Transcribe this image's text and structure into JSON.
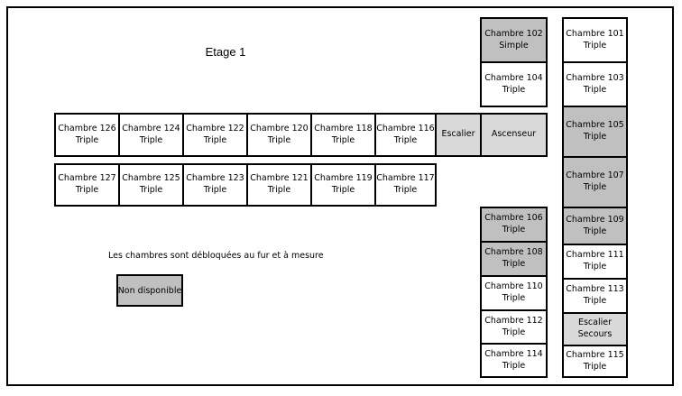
{
  "page": {
    "title": "Etage 1"
  },
  "legend": {
    "note": "Les chambres sont débloquées au fur et à mesure",
    "unavailable_label": "Non disponible",
    "unavailable_color": "#c0c0c0",
    "available_color": "#ffffff",
    "service_color": "#d9d9d9"
  },
  "blocks": {
    "top_left_column": {
      "cells": [
        {
          "name": "Chambre 102",
          "type": "Simple",
          "state": "unavailable"
        },
        {
          "name": "Chambre 104",
          "type": "Triple",
          "state": "available"
        }
      ]
    },
    "right_column": {
      "cells": [
        {
          "name": "Chambre 101",
          "type": "Triple",
          "state": "available"
        },
        {
          "name": "Chambre 103",
          "type": "Triple",
          "state": "available"
        },
        {
          "name": "Chambre 105",
          "type": "Triple",
          "state": "unavailable"
        },
        {
          "name": "Chambre 107",
          "type": "Triple",
          "state": "unavailable"
        },
        {
          "name": "Chambre 109",
          "type": "Triple",
          "state": "unavailable"
        },
        {
          "name": "Chambre 111",
          "type": "Triple",
          "state": "available"
        },
        {
          "name": "Chambre 113",
          "type": "Triple",
          "state": "available"
        },
        {
          "name": "Escalier",
          "type": "Secours",
          "state": "service"
        },
        {
          "name": "Chambre 115",
          "type": "Triple",
          "state": "available"
        }
      ]
    },
    "corridor_top_row": {
      "cells": [
        {
          "name": "Chambre 126",
          "type": "Triple",
          "state": "available"
        },
        {
          "name": "Chambre 124",
          "type": "Triple",
          "state": "available"
        },
        {
          "name": "Chambre 122",
          "type": "Triple",
          "state": "available"
        },
        {
          "name": "Chambre 120",
          "type": "Triple",
          "state": "available"
        },
        {
          "name": "Chambre 118",
          "type": "Triple",
          "state": "available"
        },
        {
          "name": "Chambre 116",
          "type": "Triple",
          "state": "available"
        },
        {
          "name": "Escalier",
          "type": "",
          "state": "service"
        },
        {
          "name": "Ascenseur",
          "type": "",
          "state": "service"
        }
      ]
    },
    "corridor_bottom_row": {
      "cells": [
        {
          "name": "Chambre 127",
          "type": "Triple",
          "state": "available"
        },
        {
          "name": "Chambre 125",
          "type": "Triple",
          "state": "available"
        },
        {
          "name": "Chambre 123",
          "type": "Triple",
          "state": "available"
        },
        {
          "name": "Chambre 121",
          "type": "Triple",
          "state": "available"
        },
        {
          "name": "Chambre 119",
          "type": "Triple",
          "state": "available"
        },
        {
          "name": "Chambre 117",
          "type": "Triple",
          "state": "available"
        }
      ]
    },
    "bottom_left_column": {
      "cells": [
        {
          "name": "Chambre 106",
          "type": "Triple",
          "state": "unavailable"
        },
        {
          "name": "Chambre 108",
          "type": "Triple",
          "state": "unavailable"
        },
        {
          "name": "Chambre 110",
          "type": "Triple",
          "state": "available"
        },
        {
          "name": "Chambre 112",
          "type": "Triple",
          "state": "available"
        },
        {
          "name": "Chambre 114",
          "type": "Triple",
          "state": "available"
        }
      ]
    }
  }
}
